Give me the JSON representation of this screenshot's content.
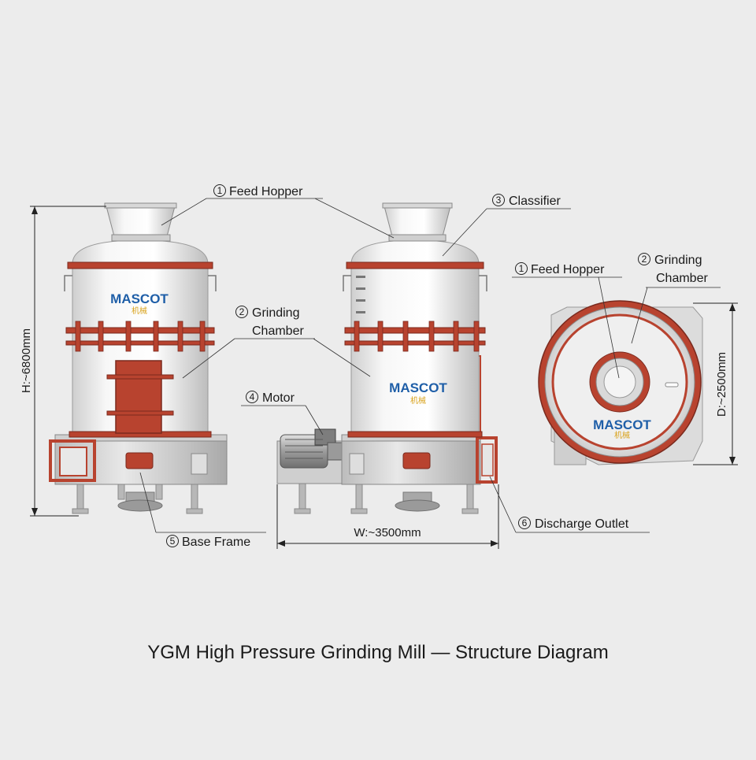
{
  "title": "YGM High Pressure Grinding Mill — Structure Diagram",
  "brand": {
    "name": "MASCOT",
    "subtitle": "机械"
  },
  "callouts": [
    {
      "id": "feed-hopper-left",
      "num": "1",
      "text": "Feed Hopper"
    },
    {
      "id": "grinding-chamber-left",
      "num": "2",
      "text": "Grinding",
      "text2": "Chamber"
    },
    {
      "id": "classifier",
      "num": "3",
      "text": "Classifier"
    },
    {
      "id": "motor",
      "num": "4",
      "text": "Motor"
    },
    {
      "id": "base-frame",
      "num": "5",
      "text": "Base Frame"
    },
    {
      "id": "discharge-outlet",
      "num": "6",
      "text": "Discharge Outlet"
    },
    {
      "id": "feed-hopper-top",
      "num": "1",
      "text": "Feed Hopper"
    },
    {
      "id": "grinding-chamber-top",
      "num": "2",
      "text": "Grinding",
      "text2": "Chamber"
    }
  ],
  "dimensions": {
    "height": "H:~6800mm",
    "width": "W:~3500mm",
    "diameter": "D:~2500mm"
  },
  "colors": {
    "background": "#ececec",
    "body": "#f2f2f2",
    "accent_red": "#b8432f",
    "brand_blue": "#1f5fa8",
    "brand_gold": "#d9a21b"
  }
}
